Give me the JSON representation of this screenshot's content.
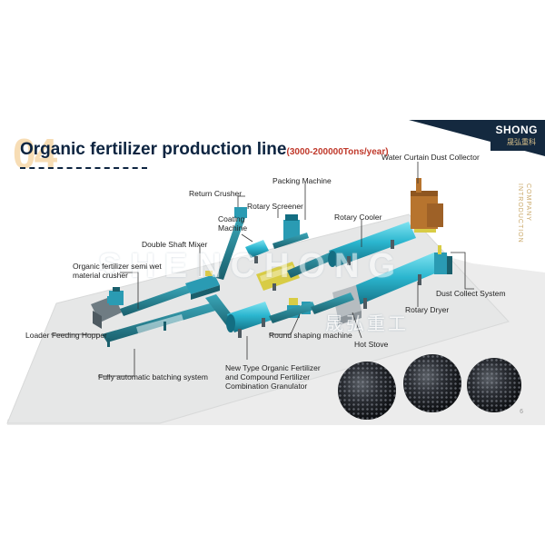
{
  "header": {
    "slide_number": "04",
    "title": "Organic fertilizer production line",
    "subtitle": "(3000-200000Tons/year)"
  },
  "logo": {
    "brand": "SHONG",
    "brand_cn": "晟弘重科"
  },
  "side_text": [
    "COMPANY",
    "INTRODUCTION"
  ],
  "watermark": {
    "text": "SHENCHONG",
    "text_cn": "晟弘重工"
  },
  "labels": {
    "water_curtain": "Water Curtain Dust Collector",
    "packing_machine": "Packing Machine",
    "return_crusher": "Return Crusher",
    "rotary_screener": "Rotary Screener",
    "coating_machine": "Coating Machine",
    "rotary_cooler": "Rotary Cooler",
    "double_shaft_mixer": "Double Shaft Mixer",
    "semi_wet_crusher": "Organic fertilizer semi wet material crusher",
    "dust_collect": "Dust Collect System",
    "rotary_dryer": "Rotary Dryer",
    "loader_hopper": "Loader Feeding Hopper",
    "round_shaping": "Round shaping machine",
    "hot_stove": "Hot Stove",
    "batching_system": "Fully automatic batching system",
    "granulator": "New Type Organic Fertilizer and Compound Fertilizer Combination Granulator"
  },
  "page_number": "6",
  "colors": {
    "title": "#0d2440",
    "subtitle": "#c0392b",
    "logo_bg": "#14293f",
    "machine_teal": "#1d8fa8",
    "machine_cyan": "#37c2d8",
    "floor": "#e9eaea"
  }
}
